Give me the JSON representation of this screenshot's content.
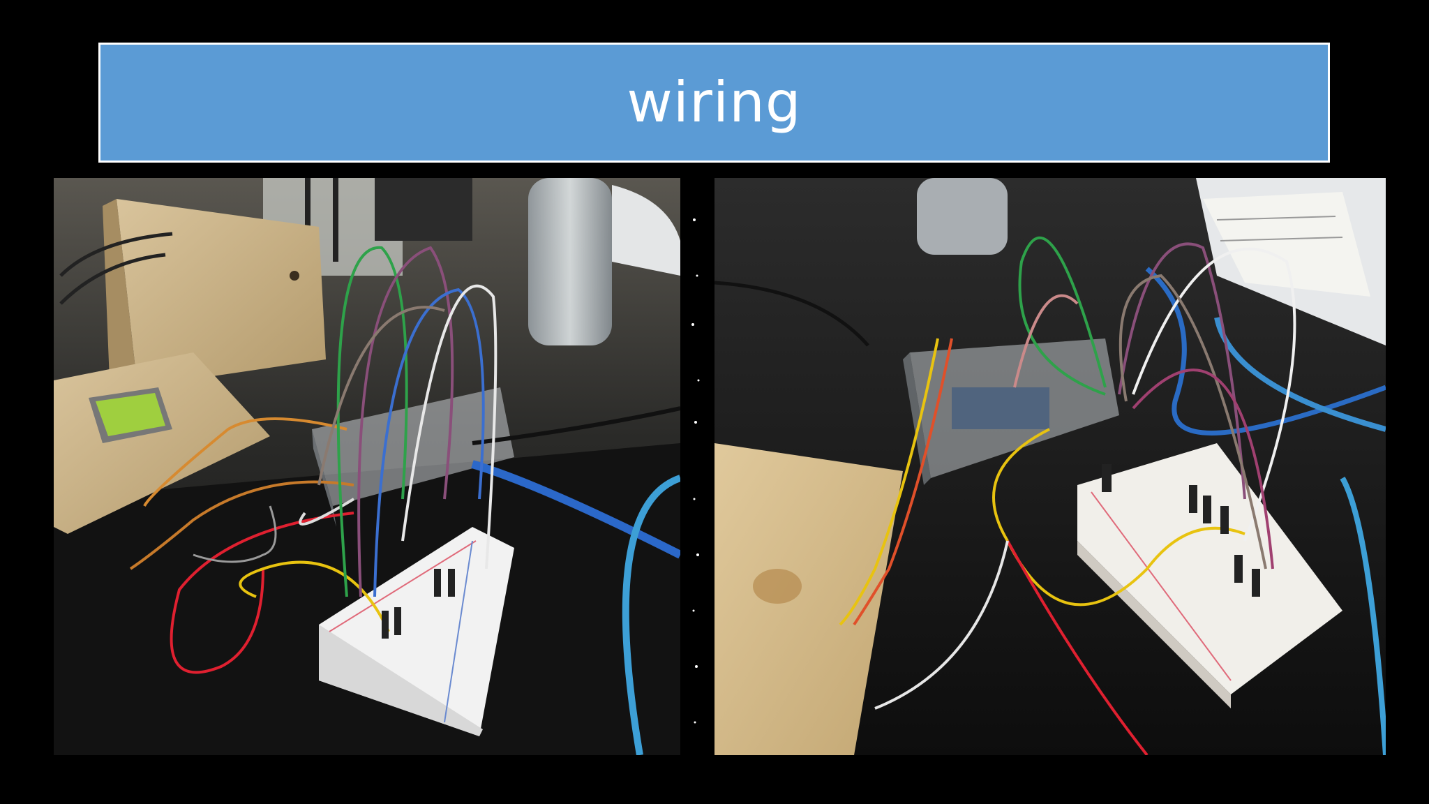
{
  "slide": {
    "title": "wiring",
    "title_band_color": "#5b9bd5",
    "background_color": "#000000"
  },
  "photos": [
    {
      "name": "left-wiring-photo"
    },
    {
      "name": "right-wiring-photo"
    }
  ]
}
